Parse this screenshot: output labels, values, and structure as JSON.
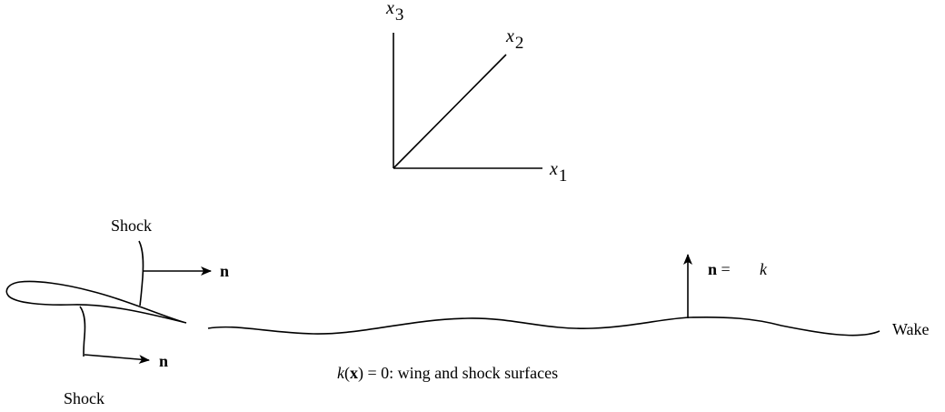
{
  "axes": {
    "x1": {
      "var": "x",
      "sub": "1"
    },
    "x2": {
      "var": "x",
      "sub": "2"
    },
    "x3": {
      "var": "x",
      "sub": "3"
    }
  },
  "labels": {
    "shock_upper": "Shock",
    "shock_lower": "Shock",
    "wake": "Wake",
    "normal_upper": "n",
    "normal_lower": "n",
    "wake_normal": {
      "n": "n",
      "eq": " =",
      "k": "k"
    },
    "equation": {
      "k": "k",
      "open": "(",
      "x": "x",
      "rest": ") = 0:  wing and shock surfaces"
    }
  },
  "colors": {
    "ink": "#000000",
    "background": "#ffffff"
  }
}
